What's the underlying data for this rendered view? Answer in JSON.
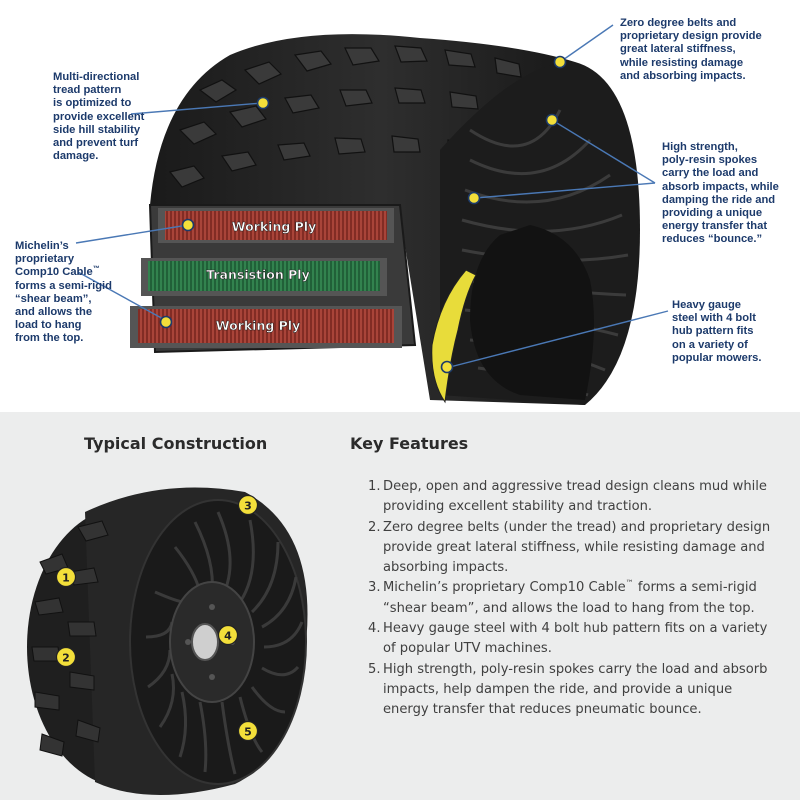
{
  "diagram": {
    "layers": {
      "working_ply_top": "Working Ply",
      "transition_ply": "Transistion Ply",
      "working_ply_bottom": "Working Ply"
    },
    "callouts": {
      "tread_pattern": "Multi-directional\ntread pattern\nis optimized to\nprovide excellent\nside hill stability\nand prevent turf\ndamage.",
      "belts": "Zero degree belts and\nproprietary design provide\ngreat lateral stiffness,\nwhile resisting damage\nand absorbing impacts.",
      "spokes": "High strength,\npoly-resin spokes\ncarry the load and\nabsorb impacts, while\ndamping the ride and\nproviding a unique\nenergy transfer that\nreduces “bounce.”",
      "cable_part1": "Michelin’s\nproprietary\nComp10 Cable",
      "cable_tm": "™",
      "cable_part2": "\nforms a semi-rigid\n“shear beam”,\nand allows the\nload to hang\nfrom the top.",
      "hub": "Heavy gauge\nsteel with 4 bolt\nhub pattern fits\non a variety of\npopular mowers."
    },
    "colors": {
      "callout_text": "#1c3a6b",
      "marker_fill": "#f3df3a",
      "leader_line": "#4a78b5",
      "working_ply": "#a03a2e",
      "transition_ply": "#2f7a4a"
    }
  },
  "construction": {
    "title": "Typical Construction",
    "markers": [
      "1",
      "2",
      "3",
      "4",
      "5"
    ]
  },
  "features": {
    "title": "Key Features",
    "items": [
      {
        "num": "1.",
        "text": "Deep, open and aggressive tread design cleans mud while providing excellent stability and traction."
      },
      {
        "num": "2.",
        "text": "Zero degree belts (under the tread) and proprietary design provide great lateral stiffness, while resisting damage and absorbing impacts."
      },
      {
        "num": "3.",
        "text_a": "Michelin’s proprietary Comp10 Cable",
        "tm": "™",
        "text_b": " forms a semi-rigid “shear beam”, and allows the load to hang from the top."
      },
      {
        "num": "4.",
        "text": "Heavy gauge steel with 4 bolt hub pattern fits on a variety of popular UTV machines."
      },
      {
        "num": "5.",
        "text": "High strength, poly-resin spokes carry the load and absorb impacts, help dampen the ride, and provide a unique energy transfer that reduces pneumatic bounce."
      }
    ]
  }
}
